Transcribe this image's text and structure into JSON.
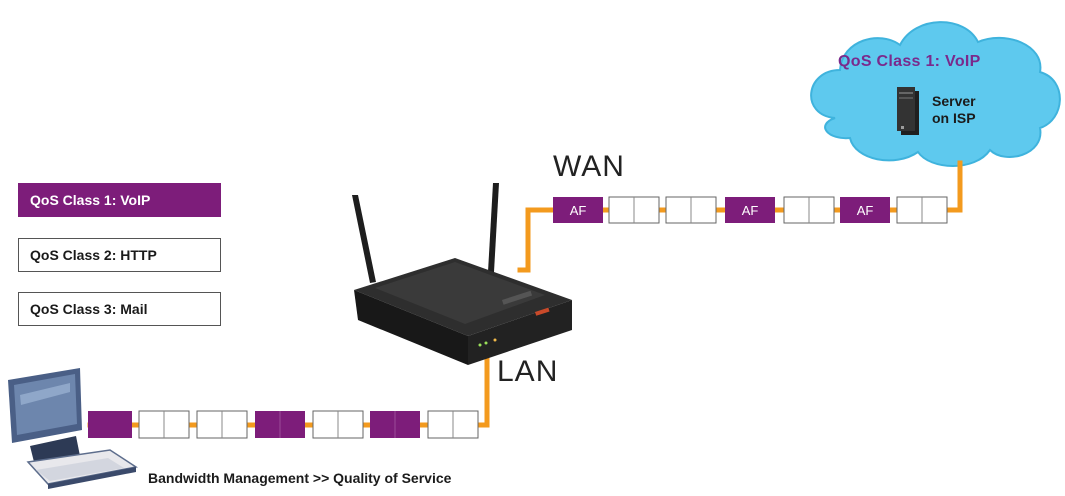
{
  "legend": [
    {
      "label": "QoS Class 1: VoIP",
      "color": "#7d1d7a"
    },
    {
      "label": "QoS Class 2: HTTP",
      "color": "#ffffff"
    },
    {
      "label": "QoS  Class 3: Mail",
      "color": "#ffffff"
    }
  ],
  "labels": {
    "wan": "WAN",
    "lan": "LAN"
  },
  "cloud": {
    "title": "QoS Class 1: VoIP",
    "server_line1": "Server",
    "server_line2": "on ISP"
  },
  "caption": "Bandwidth Management >> Quality of Service",
  "packet_tag": "AF",
  "colors": {
    "voip": "#7d1d7a",
    "link": "#f39a1e",
    "cloud": "#5ec9ee",
    "cloud_title": "#7a2a8c"
  },
  "icons": [
    "router-icon",
    "computer-icon",
    "server-icon",
    "cloud-icon"
  ]
}
